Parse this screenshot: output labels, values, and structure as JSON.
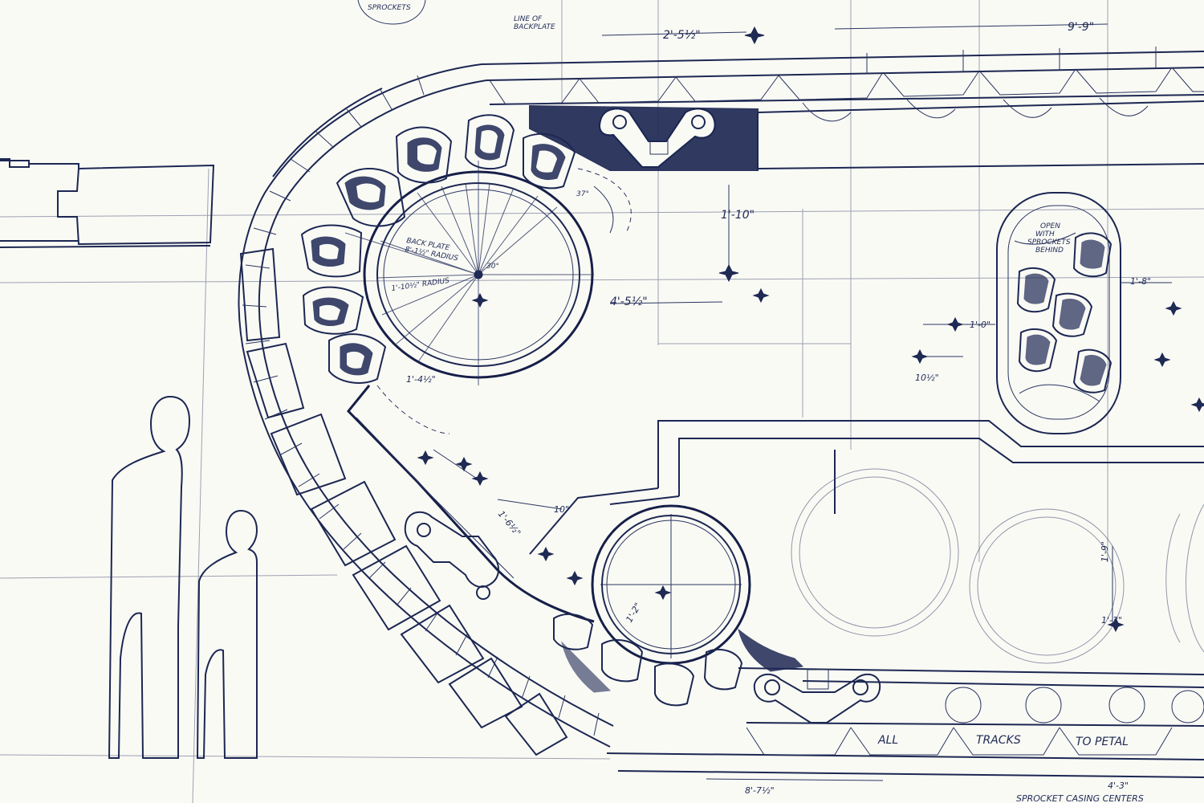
{
  "labels": {
    "sprockets_top": "SPROCKETS",
    "line_of_backplate": "LINE OF\nBACKPLATE",
    "dim_top_left": "2'-5½\"",
    "dim_top_right": "9'-9\"",
    "backplate_radius": "BACK PLATE\n8'-1½\" RADIUS",
    "radius_1_10": "1'-10½\" RADIUS",
    "angle_30": "30°",
    "angle_37": "37°",
    "dim_1_10": "1'-10\"",
    "dim_4_5": "4'-5½\"",
    "dim_1_4": "1'-4½\"",
    "open_sprockets": "OPEN\nWITH\nSPROCKETS\nBEHIND",
    "dim_1_8": "1'-8\"",
    "dim_1_0": "1'-0\"",
    "dim_10_5": "10½\"",
    "dim_1_6": "1'-6½\"",
    "dim_10": "10\"",
    "dim_1_2": "1'-2\"",
    "dim_1_9": "1'-9\"",
    "dim_1_3": "1'-3\"",
    "track_all": "ALL",
    "track_tracks": "TRACKS",
    "track_to_petal": "TO PETAL",
    "dim_bottom_left": "8'-7½\"",
    "dim_bottom_right": "4'-3\"",
    "sprocket_casing": "SPROCKET CASING CENTERS"
  }
}
